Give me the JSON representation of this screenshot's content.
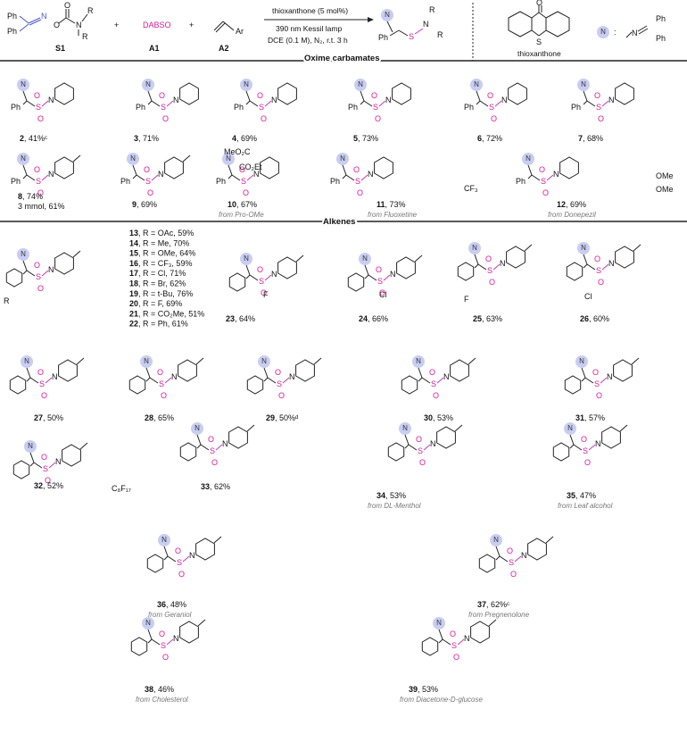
{
  "header": {
    "s1_label": "S1",
    "a1_name": "DABSO",
    "a1_label": "A1",
    "a2_label": "A2",
    "plus": "+",
    "ph": "Ph",
    "ar": "Ar",
    "r": "R",
    "o": "O",
    "n": "N",
    "s": "S",
    "cond_catalyst": "thioxanthone (5 mol%)",
    "cond_light": "390 nm Kessil lamp",
    "cond_solvent": "DCE (0.1 M), N₂, r.t. 3 h",
    "catalyst_name": "thioxanthone",
    "n_badge": "N",
    "colon": ":"
  },
  "sections": {
    "oxime": "Oxime carbamates",
    "alkenes": "Alkenes"
  },
  "r_list": [
    {
      "num": "13",
      "txt": ", R = OAc, 59%"
    },
    {
      "num": "14",
      "txt": ", R = Me, 70%"
    },
    {
      "num": "15",
      "txt": ", R = OMe, 64%"
    },
    {
      "num": "16",
      "txt": ", R = CF₃, 59%"
    },
    {
      "num": "17",
      "txt": ", R = Cl, 71%"
    },
    {
      "num": "18",
      "txt": ", R = Br, 62%"
    },
    {
      "num": "19",
      "txt": ", R = t-Bu, 76%"
    },
    {
      "num": "20",
      "txt": ", R = F, 69%"
    },
    {
      "num": "21",
      "txt": ", R = CO₂Me, 51%"
    },
    {
      "num": "22",
      "txt": ", R = Ph, 61%"
    }
  ],
  "compounds": [
    {
      "num": "2",
      "txt": ", 41%ᶜ",
      "sub": ""
    },
    {
      "num": "3",
      "txt": ", 71%",
      "sub": ""
    },
    {
      "num": "4",
      "txt": ", 69%",
      "sub": ""
    },
    {
      "num": "5",
      "txt": ", 73%",
      "sub": ""
    },
    {
      "num": "6",
      "txt": ", 72%",
      "sub": ""
    },
    {
      "num": "7",
      "txt": ", 68%",
      "sub": ""
    },
    {
      "num": "8",
      "txt": ", 74%",
      "sub": "3 mmol, 61%"
    },
    {
      "num": "9",
      "txt": ", 69%",
      "sub": ""
    },
    {
      "num": "10",
      "txt": ", 67%",
      "sub": "from Pro-OMe"
    },
    {
      "num": "11",
      "txt": ", 73%",
      "sub": "from Fluoxetine"
    },
    {
      "num": "12",
      "txt": ", 69%",
      "sub": "from Donepezil"
    },
    {
      "num": "23",
      "txt": ", 64%",
      "sub": ""
    },
    {
      "num": "24",
      "txt": ", 66%",
      "sub": ""
    },
    {
      "num": "25",
      "txt": ", 63%",
      "sub": ""
    },
    {
      "num": "26",
      "txt": ", 60%",
      "sub": ""
    },
    {
      "num": "27",
      "txt": ", 50%",
      "sub": ""
    },
    {
      "num": "28",
      "txt": ", 65%",
      "sub": ""
    },
    {
      "num": "29",
      "txt": ", 50%ᵈ",
      "sub": ""
    },
    {
      "num": "30",
      "txt": ", 53%",
      "sub": ""
    },
    {
      "num": "31",
      "txt": ", 57%",
      "sub": ""
    },
    {
      "num": "32",
      "txt": ", 52%",
      "sub": ""
    },
    {
      "num": "33",
      "txt": ", 62%",
      "sub": ""
    },
    {
      "num": "34",
      "txt": ", 53%",
      "sub": "from DL-Menthol"
    },
    {
      "num": "35",
      "txt": ", 47%",
      "sub": "from Leaf alcohol"
    },
    {
      "num": "36",
      "txt": ", 48%",
      "sub": "from Geraniol"
    },
    {
      "num": "37",
      "txt": ", 62%ᶜ",
      "sub": "from Pregnenolone"
    },
    {
      "num": "38",
      "txt": ", 46%",
      "sub": "from Cholesterol"
    },
    {
      "num": "39",
      "txt": ", 53%",
      "sub": "from Diacetone-D-glucose"
    }
  ],
  "atoms": {
    "f": "F",
    "cl": "Cl",
    "cf3": "CF₃",
    "co2et": "CO₂Et",
    "meo2c": "MeO₂C",
    "ome": "OMe",
    "c8f17": "C₈F₁₇",
    "ph": "Ph",
    "r": "R",
    "n": "N",
    "o": "O",
    "s": "S"
  }
}
